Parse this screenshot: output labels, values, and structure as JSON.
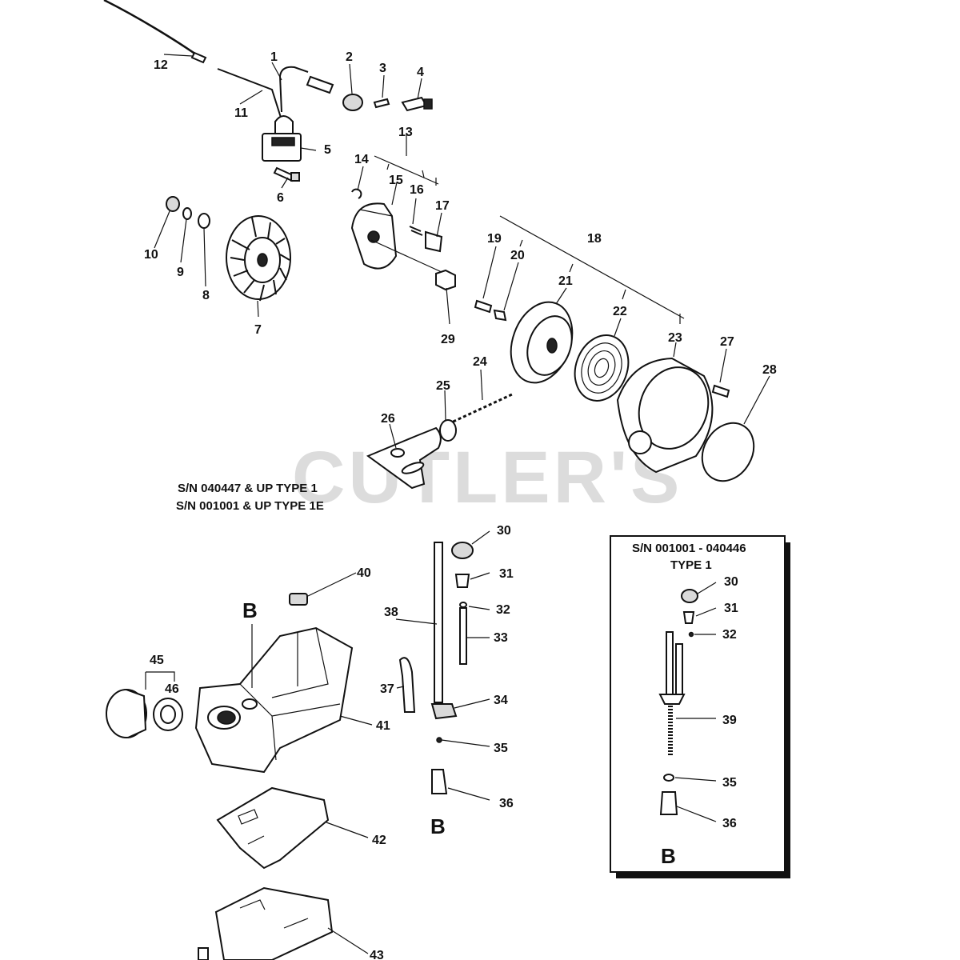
{
  "watermark": "CUTLER'S",
  "serial_notes": {
    "line1": "S/N 040447 & UP  TYPE 1",
    "line2": "S/N 001001 & UP TYPE 1E"
  },
  "inset_box": {
    "title_line1": "S/N 001001 - 040446",
    "title_line2": "TYPE 1",
    "labels": [
      "30",
      "31",
      "32",
      "39",
      "35",
      "36"
    ],
    "connector": "B"
  },
  "connector_letters": [
    "B",
    "B"
  ],
  "callouts": [
    "1",
    "2",
    "3",
    "4",
    "5",
    "6",
    "7",
    "8",
    "9",
    "10",
    "11",
    "12",
    "13",
    "14",
    "15",
    "16",
    "17",
    "18",
    "19",
    "20",
    "21",
    "22",
    "23",
    "24",
    "25",
    "26",
    "27",
    "28",
    "29",
    "30",
    "31",
    "32",
    "33",
    "34",
    "35",
    "36",
    "37",
    "38",
    "40",
    "41",
    "42",
    "43",
    "45",
    "46"
  ]
}
